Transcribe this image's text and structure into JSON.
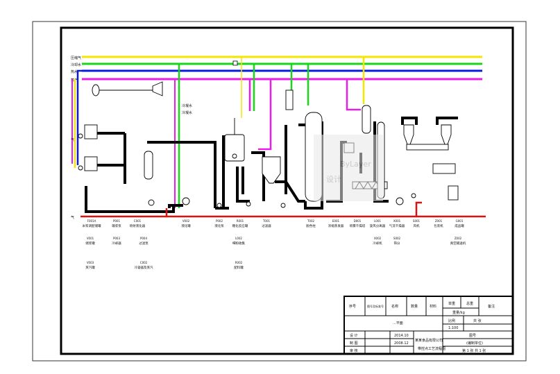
{
  "utility_lines": [
    {
      "label": "压缩气",
      "color": "#f5e600"
    },
    {
      "label": "冷却水",
      "color": "#19d619"
    },
    {
      "label": "热水",
      "color": "#0a1be0"
    },
    {
      "label": "蒸汽",
      "color": "#e61ee6"
    }
  ],
  "feed_labels": {
    "left_top": "气",
    "mid_a": "冷凝水",
    "mid_b": "冷凝水"
  },
  "return_line_label": "气",
  "equipment": [
    {
      "tag": "F001A",
      "name": "米浆调配储罐"
    },
    {
      "tag": "P001",
      "name": "输浆泵"
    },
    {
      "tag": "C001",
      "name": "喷射液化器"
    },
    {
      "tag": "V002",
      "name": "液化罐"
    },
    {
      "tag": "P002",
      "name": "液化泵"
    },
    {
      "tag": "R001",
      "name": "糖化反应罐"
    },
    {
      "tag": "T001",
      "name": "过滤器"
    },
    {
      "tag": "T002",
      "name": "脱色柱"
    },
    {
      "tag": "E001",
      "name": "浓缩蒸发器"
    },
    {
      "tag": "D001",
      "name": "喷雾干燥塔"
    },
    {
      "tag": "L001",
      "name": "旋风分离器"
    },
    {
      "tag": "X001",
      "name": "气流干燥器"
    },
    {
      "tag": "S001",
      "name": "风机"
    },
    {
      "tag": "Z001",
      "name": "包装机"
    },
    {
      "tag": "G001",
      "name": "成品罐"
    }
  ],
  "equipment_second_row": [
    {
      "tag": "V001",
      "name": "储浆罐"
    },
    {
      "tag": "P003",
      "name": "冷却器"
    },
    {
      "tag": "P004",
      "name": "过滤泵"
    },
    {
      "tag": "L002",
      "name": "细粉收集"
    },
    {
      "tag": "X002",
      "name": "冷却机"
    },
    {
      "tag": "S002",
      "name": "筛分"
    },
    {
      "tag": "Z002",
      "name": "真空输送机"
    }
  ],
  "equipment_third_row": [
    {
      "tag": "V003",
      "name": "蒸汽罐"
    },
    {
      "tag": "C002",
      "name": "冷凝器及蒸汽"
    },
    {
      "tag": "R002",
      "name": "配料罐"
    }
  ],
  "watermark": {
    "line1": "ByLayer",
    "line2": "设计"
  },
  "title_block": {
    "columns": [
      "序号",
      "图号及标准号",
      "名称",
      "数量",
      "材料",
      "单重",
      "总重",
      "备注"
    ],
    "weight_unit": "重量/kg",
    "drawing_title": "...平面",
    "scale_label": "比例",
    "scale_value": "1:100",
    "sheet_label": "共 张",
    "rows": [
      {
        "role": "设 计",
        "date": "2014.10"
      },
      {
        "role": "制 图",
        "date": "2008.12"
      },
      {
        "role": "审 核",
        "date": ""
      }
    ],
    "company": "某某食品有限公司",
    "process": "带控点工艺流程图",
    "drawing_no": "图号",
    "version": "(编制单位)",
    "sheet_info": "第 1 张  共 1 张"
  }
}
